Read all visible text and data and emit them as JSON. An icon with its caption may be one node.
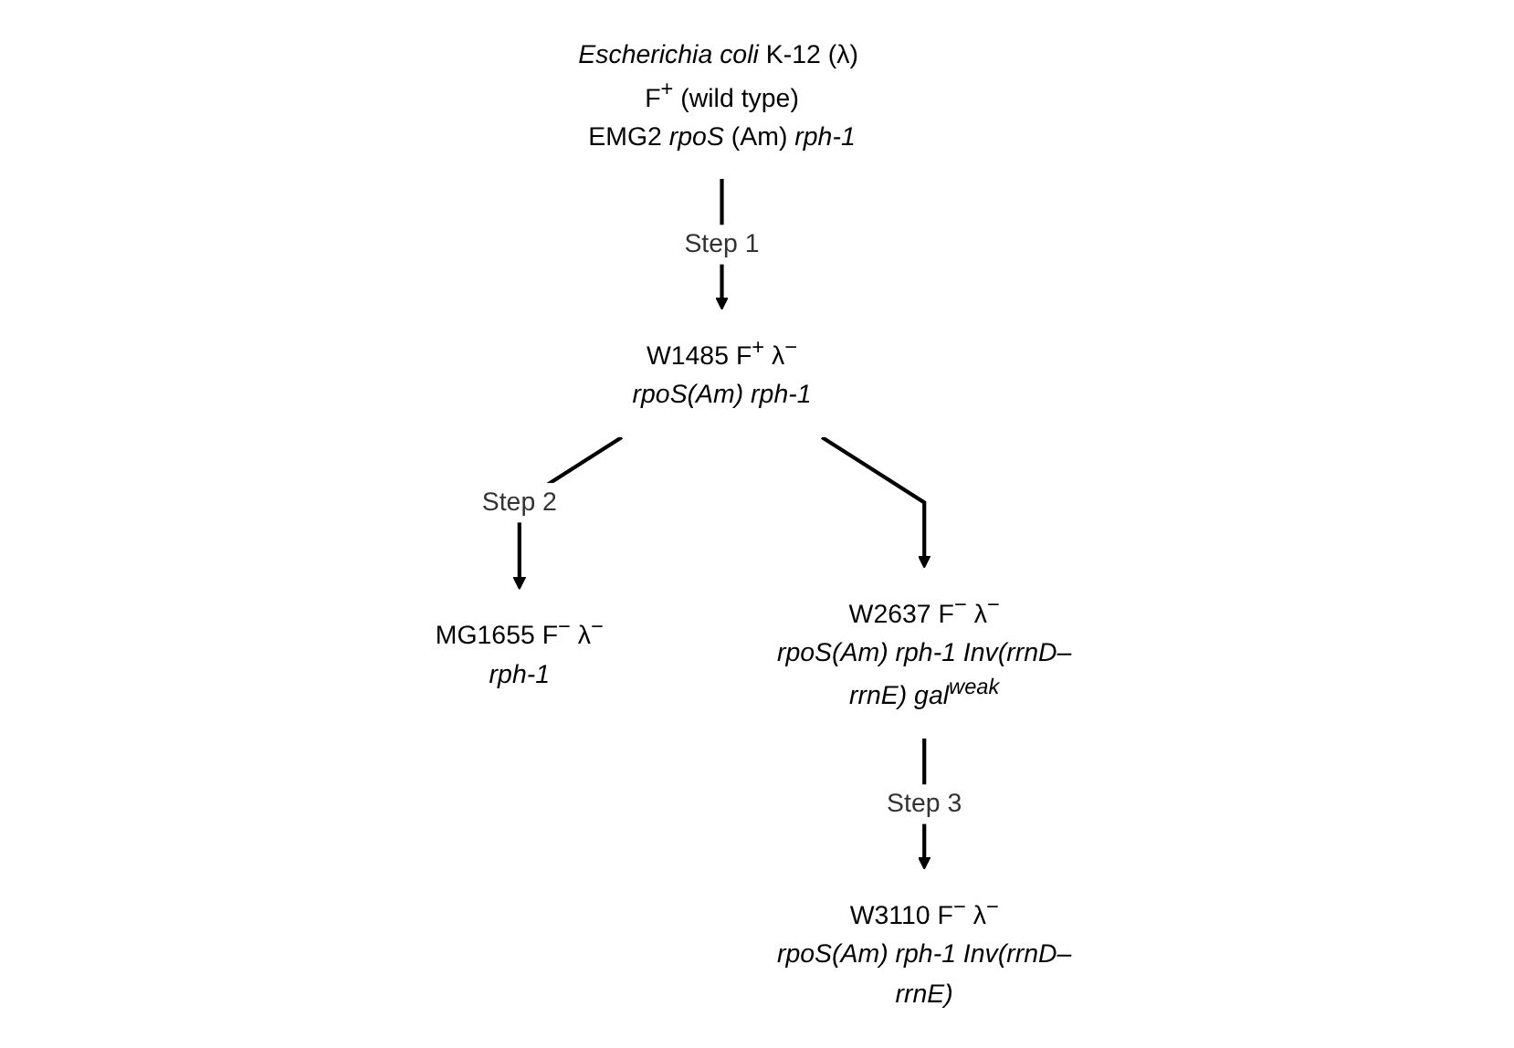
{
  "diagram": {
    "nodes": [
      {
        "text": [
          "*Escherichia coli* K-12 (λ) F$^{+}$ (wild type)",
          "EMG2 *rpoS* (Am) *rph-1*"
        ]
      },
      {
        "text": [
          "W1485 F$^{+}$ λ$^{−}$",
          "rpoS(Am) rph-1"
        ]
      },
      {
        "text": [
          "MG1655 F$^{−}$ λ$^{−}$",
          "rph-1"
        ]
      },
      {
        "text": [
          "W2637 F$^{−}$ λ$^{−}$",
          "rpoS(Am) rph-1 Inv(rrnD–rrnE) gal$^{weak}$"
        ]
      },
      {
        "text": [
          "W3110 F$^{−}$ λ$^{−}$",
          "rpoS(Am) rph-1 Inv(rrnD–rrnE)"
        ]
      }
    ],
    "edges": [
      {
        "from": 0,
        "to": 1,
        "arrow": "to",
        "label": "Step 1"
      },
      {
        "from": 1,
        "to": 2,
        "arrow": "to",
        "label": "Step 2"
      },
      {
        "from": 1,
        "to": 3,
        "arrow": "to"
      },
      {
        "from": 3,
        "to": 4,
        "arrow": "to",
        "label": "Step 3"
      }
    ]
  }
}
